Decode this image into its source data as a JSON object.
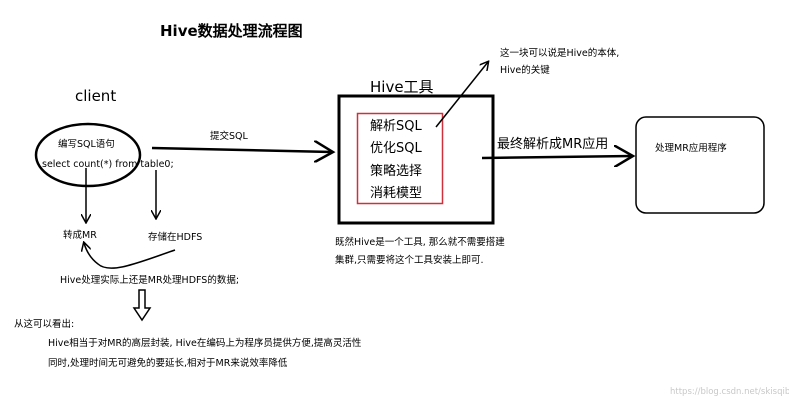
{
  "title": "Hive数据处理流程图",
  "client": {
    "label": "client",
    "line1": "编写SQL语句",
    "line2": "select count(*) from table0;",
    "to_mr": "转成MR",
    "store": "存储在HDFS",
    "note": "Hive处理实际上还是MR处理HDFS的数据;"
  },
  "submit_label": "提交SQL",
  "hive_tool": {
    "label": "Hive工具",
    "items": [
      "解析SQL",
      "优化SQL",
      "策略选择",
      "消耗模型"
    ],
    "core_note_1": "这一块可以说是Hive的本体,",
    "core_note_2": "Hive的关键",
    "note_1": "既然Hive是一个工具, 那么就不需要搭建",
    "note_2": "集群,只需要将这个工具安装上即可."
  },
  "output_label": "最终解析成MR应用",
  "mr_box": {
    "label": "处理MR应用程序"
  },
  "conclusion": {
    "heading": "从这可以看出:",
    "line1": "Hive相当于对MR的高层封装, Hive在编码上为程序员提供方便,提高灵活性",
    "line2": "同时,处理时间无可避免的要延长,相对于MR来说效率降低"
  },
  "watermark": "https://blog.csdn.net/skisqibao",
  "colors": {
    "highlight_box": "#d0303a"
  }
}
